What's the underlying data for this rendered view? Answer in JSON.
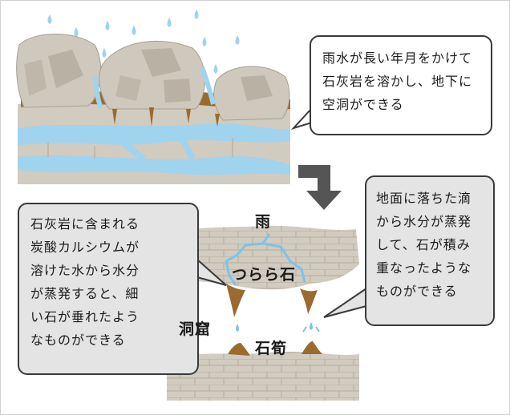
{
  "bubbles": {
    "top": [
      "雨水が長い年月をかけて",
      "石灰岩を溶かし、地下に",
      "空洞ができる"
    ],
    "left": [
      "石灰岩に含まれる",
      "炭酸カルシウムが",
      "溶けた水から水分",
      "が蒸発すると、細",
      "い石が垂れたよう",
      "なものができる"
    ],
    "right": [
      "地面に落ちた滴",
      "から水分が蒸発",
      "して、石が積み",
      "重なったような",
      "ものができる"
    ]
  },
  "labels": {
    "rain": "雨",
    "icicle": "つらら石",
    "cave": "洞窟",
    "stalagmite": "石筍"
  },
  "colors": {
    "water": "#9fd3ee",
    "water_dark": "#7cc3e8",
    "rock": "#cfc8bd",
    "rock_shadow": "#b9b1a4",
    "soil": "#9a6a2e",
    "stone_layer": "#d2cbbf",
    "brick_line": "#b3ab9e",
    "bubble_fill": "#e4e4e4",
    "arrow": "#555555"
  },
  "icons": [
    "rain-drop-icon",
    "process-arrow-icon",
    "rock-icon",
    "stalactite-icon",
    "stalagmite-icon"
  ]
}
